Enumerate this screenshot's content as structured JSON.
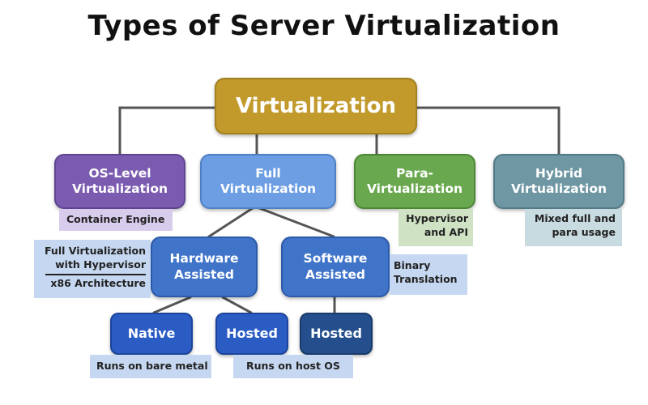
{
  "title": "Types of Server Virtualization",
  "root": {
    "label": "Virtualization"
  },
  "level1": [
    {
      "line1": "OS-Level",
      "line2": "Virtualization",
      "note": "Container Engine"
    },
    {
      "line1": "Full",
      "line2": "Virtualization"
    },
    {
      "line1": "Para-",
      "line2": "Virtualization",
      "note_line1": "Hypervisor",
      "note_line2": "and API"
    },
    {
      "line1": "Hybrid",
      "line2": "Virtualization",
      "note_line1": "Mixed full and",
      "note_line2": "para usage"
    }
  ],
  "level2": [
    {
      "line1": "Hardware",
      "line2": "Assisted",
      "note_line1": "Full Virtualization",
      "note_line2": "with Hypervisor",
      "note_line3": "x86 Architecture"
    },
    {
      "line1": "Software",
      "line2": "Assisted",
      "note_line1": "Binary",
      "note_line2": "Translation"
    }
  ],
  "level3": [
    {
      "label": "Native",
      "note": "Runs on bare metal"
    },
    {
      "label": "Hosted"
    },
    {
      "label": "Hosted",
      "note": "Runs on host OS"
    }
  ],
  "colors": {
    "root": "#c29a2c",
    "os_level": "#7b5bb0",
    "full": "#6d9ee3",
    "para": "#6aa84f",
    "hybrid": "#6f97a3",
    "level2": "#3f74c9",
    "level3": "#2a5cc4",
    "level3_dark": "#244f8c",
    "connector": "#555555"
  }
}
